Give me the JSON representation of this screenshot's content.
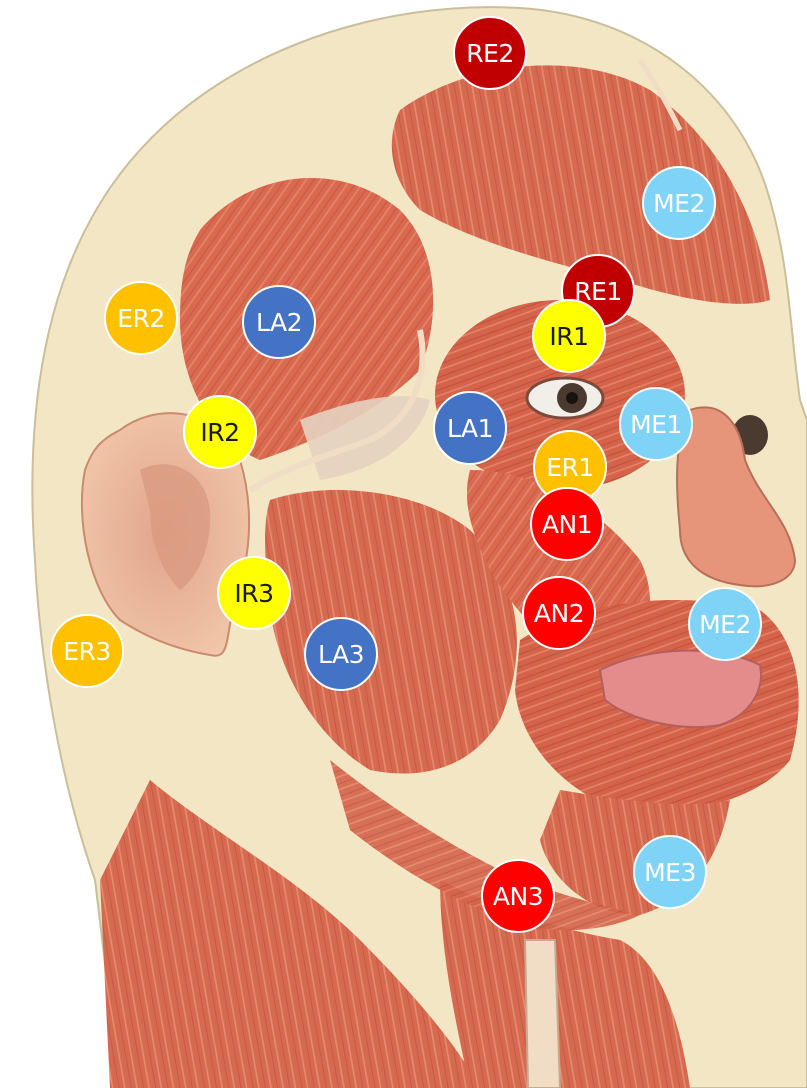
{
  "illustration": {
    "subject": "head-neck-facial-muscles-side-view",
    "colors": {
      "skin": "#f3e6c4",
      "muscle": "#d9694f",
      "muscle_dark": "#b84a37",
      "muscle_light": "#ee9a7f",
      "tendon": "#f1dcc6",
      "eye": "#4b3a2f"
    }
  },
  "marker_groups": [
    {
      "id": "RE",
      "color": "#c00000",
      "text_color": "#ffffff"
    },
    {
      "id": "ME",
      "color": "#7fd3f7",
      "text_color": "#ffffff"
    },
    {
      "id": "ER",
      "color": "#ffc000",
      "text_color": "#ffffff"
    },
    {
      "id": "IR",
      "color": "#ffff00",
      "text_color": "#1a1a1a"
    },
    {
      "id": "LA",
      "color": "#4472c4",
      "text_color": "#ffffff"
    },
    {
      "id": "AN",
      "color": "#ff0000",
      "text_color": "#ffffff"
    }
  ],
  "markers": [
    {
      "label": "RE2",
      "group": "RE"
    },
    {
      "label": "ME2",
      "group": "ME"
    },
    {
      "label": "RE1",
      "group": "RE"
    },
    {
      "label": "ER2",
      "group": "ER"
    },
    {
      "label": "LA2",
      "group": "LA"
    },
    {
      "label": "IR1",
      "group": "IR"
    },
    {
      "label": "IR2",
      "group": "IR"
    },
    {
      "label": "LA1",
      "group": "LA"
    },
    {
      "label": "ME1",
      "group": "ME"
    },
    {
      "label": "ER1",
      "group": "ER"
    },
    {
      "label": "AN1",
      "group": "AN"
    },
    {
      "label": "IR3",
      "group": "IR"
    },
    {
      "label": "AN2",
      "group": "AN"
    },
    {
      "label": "ME2",
      "group": "ME"
    },
    {
      "label": "ER3",
      "group": "ER"
    },
    {
      "label": "LA3",
      "group": "LA"
    },
    {
      "label": "ME3",
      "group": "ME"
    },
    {
      "label": "AN3",
      "group": "AN"
    }
  ]
}
